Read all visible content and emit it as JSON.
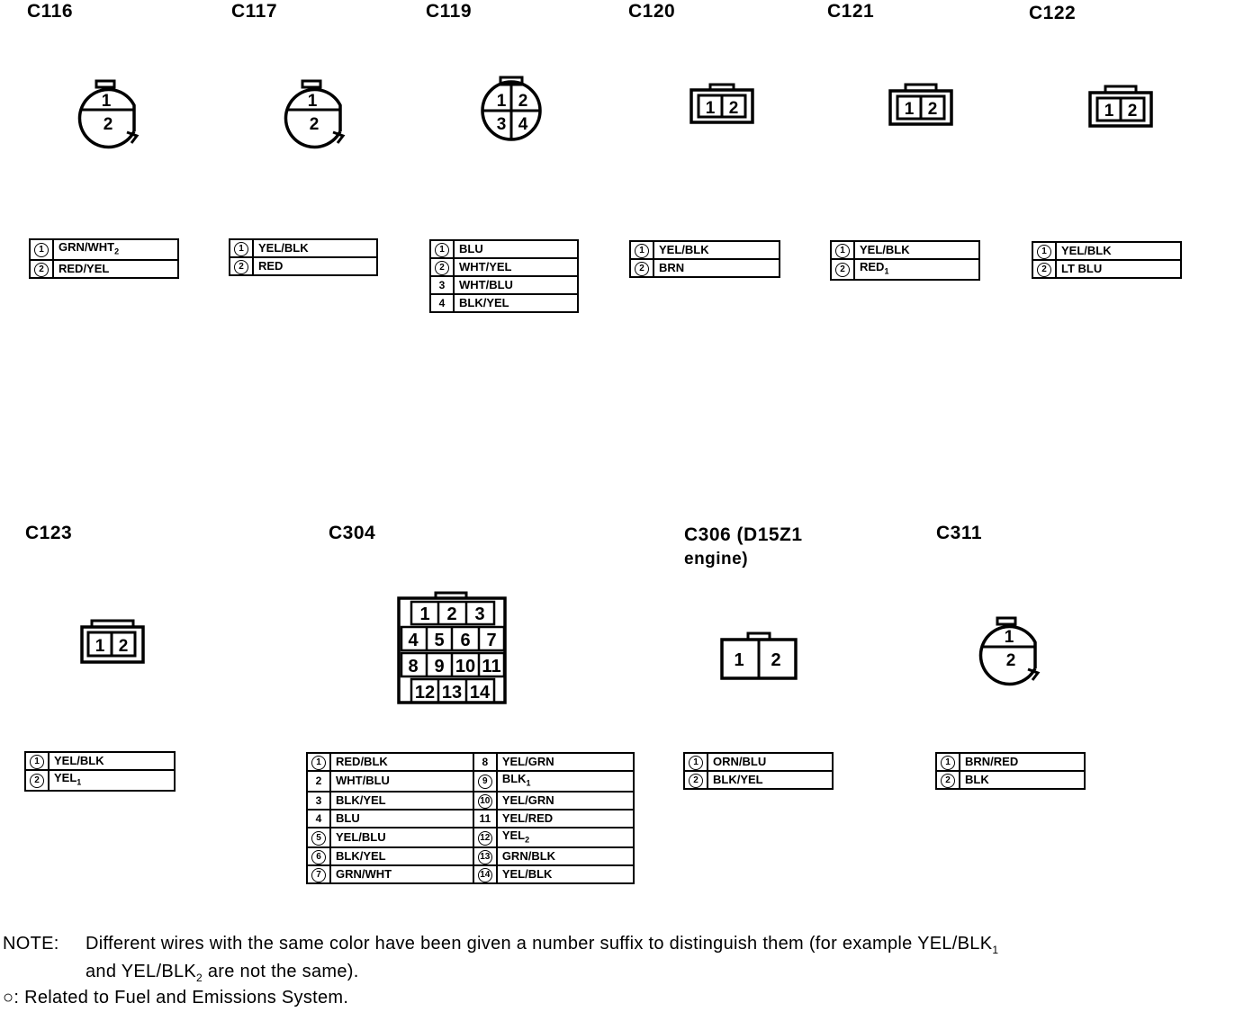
{
  "connectors": [
    {
      "id": "c116",
      "title": "C116",
      "pins": [
        {
          "n": "1",
          "circled": true,
          "color": "GRN/WHT",
          "suffix": "2"
        },
        {
          "n": "2",
          "circled": true,
          "color": "RED/YEL",
          "suffix": ""
        }
      ]
    },
    {
      "id": "c117",
      "title": "C117",
      "pins": [
        {
          "n": "1",
          "circled": true,
          "color": "YEL/BLK",
          "suffix": ""
        },
        {
          "n": "2",
          "circled": true,
          "color": "RED",
          "suffix": ""
        }
      ]
    },
    {
      "id": "c119",
      "title": "C119",
      "pins": [
        {
          "n": "1",
          "circled": true,
          "color": "BLU",
          "suffix": ""
        },
        {
          "n": "2",
          "circled": true,
          "color": "WHT/YEL",
          "suffix": ""
        },
        {
          "n": "3",
          "circled": false,
          "color": "WHT/BLU",
          "suffix": ""
        },
        {
          "n": "4",
          "circled": false,
          "color": "BLK/YEL",
          "suffix": ""
        }
      ]
    },
    {
      "id": "c120",
      "title": "C120",
      "pins": [
        {
          "n": "1",
          "circled": true,
          "color": "YEL/BLK",
          "suffix": ""
        },
        {
          "n": "2",
          "circled": true,
          "color": "BRN",
          "suffix": ""
        }
      ]
    },
    {
      "id": "c121",
      "title": "C121",
      "pins": [
        {
          "n": "1",
          "circled": true,
          "color": "YEL/BLK",
          "suffix": ""
        },
        {
          "n": "2",
          "circled": true,
          "color": "RED",
          "suffix": "1"
        }
      ]
    },
    {
      "id": "c122",
      "title": "C122",
      "pins": [
        {
          "n": "1",
          "circled": true,
          "color": "YEL/BLK",
          "suffix": ""
        },
        {
          "n": "2",
          "circled": true,
          "color": "LT BLU",
          "suffix": ""
        }
      ]
    },
    {
      "id": "c123",
      "title": "C123",
      "pins": [
        {
          "n": "1",
          "circled": true,
          "color": "YEL/BLK",
          "suffix": ""
        },
        {
          "n": "2",
          "circled": true,
          "color": "YEL",
          "suffix": "1"
        }
      ]
    },
    {
      "id": "c304",
      "title": "C304",
      "pins": [
        {
          "n": "1",
          "circled": true,
          "color": "RED/BLK",
          "suffix": ""
        },
        {
          "n": "2",
          "circled": false,
          "color": "WHT/BLU",
          "suffix": ""
        },
        {
          "n": "3",
          "circled": false,
          "color": "BLK/YEL",
          "suffix": ""
        },
        {
          "n": "4",
          "circled": false,
          "color": "BLU",
          "suffix": ""
        },
        {
          "n": "5",
          "circled": true,
          "color": "YEL/BLU",
          "suffix": ""
        },
        {
          "n": "6",
          "circled": true,
          "color": "BLK/YEL",
          "suffix": ""
        },
        {
          "n": "7",
          "circled": true,
          "color": "GRN/WHT",
          "suffix": ""
        },
        {
          "n": "8",
          "circled": false,
          "color": "YEL/GRN",
          "suffix": ""
        },
        {
          "n": "9",
          "circled": true,
          "color": "BLK",
          "suffix": "1"
        },
        {
          "n": "10",
          "circled": true,
          "color": "YEL/GRN",
          "suffix": ""
        },
        {
          "n": "11",
          "circled": false,
          "color": "YEL/RED",
          "suffix": ""
        },
        {
          "n": "12",
          "circled": true,
          "color": "YEL",
          "suffix": "2"
        },
        {
          "n": "13",
          "circled": true,
          "color": "GRN/BLK",
          "suffix": ""
        },
        {
          "n": "14",
          "circled": true,
          "color": "YEL/BLK",
          "suffix": ""
        }
      ]
    },
    {
      "id": "c306",
      "title": "C306 (D15Z1",
      "title2": "engine)",
      "pins": [
        {
          "n": "1",
          "circled": true,
          "color": "ORN/BLU",
          "suffix": ""
        },
        {
          "n": "2",
          "circled": true,
          "color": "BLK/YEL",
          "suffix": ""
        }
      ]
    },
    {
      "id": "c311",
      "title": "C311",
      "pins": [
        {
          "n": "1",
          "circled": true,
          "color": "BRN/RED",
          "suffix": ""
        },
        {
          "n": "2",
          "circled": true,
          "color": "BLK",
          "suffix": ""
        }
      ]
    }
  ],
  "diagram_labels": {
    "c116": [
      "1",
      "2"
    ],
    "c117": [
      "1",
      "2"
    ],
    "c119": [
      "1",
      "2",
      "3",
      "4"
    ],
    "c120": [
      "1",
      "2"
    ],
    "c121": [
      "1",
      "2"
    ],
    "c122": [
      "1",
      "2"
    ],
    "c123": [
      "1",
      "2"
    ],
    "c304": [
      "1",
      "2",
      "3",
      "4",
      "5",
      "6",
      "7",
      "8",
      "9",
      "10",
      "11",
      "12",
      "13",
      "14"
    ],
    "c306": [
      "1",
      "2"
    ],
    "c311": [
      "1",
      "2"
    ]
  },
  "note": {
    "label": "NOTE:",
    "line1": "Different wires with the same color have been given a number suffix to distinguish them (for example YEL/BLK",
    "line1_sub": "1",
    "line2": "and YEL/BLK",
    "line2_sub": "2",
    "line2_end": " are not the same).",
    "legend_symbol": "○",
    "legend_text": ": Related to Fuel and Emissions System."
  }
}
